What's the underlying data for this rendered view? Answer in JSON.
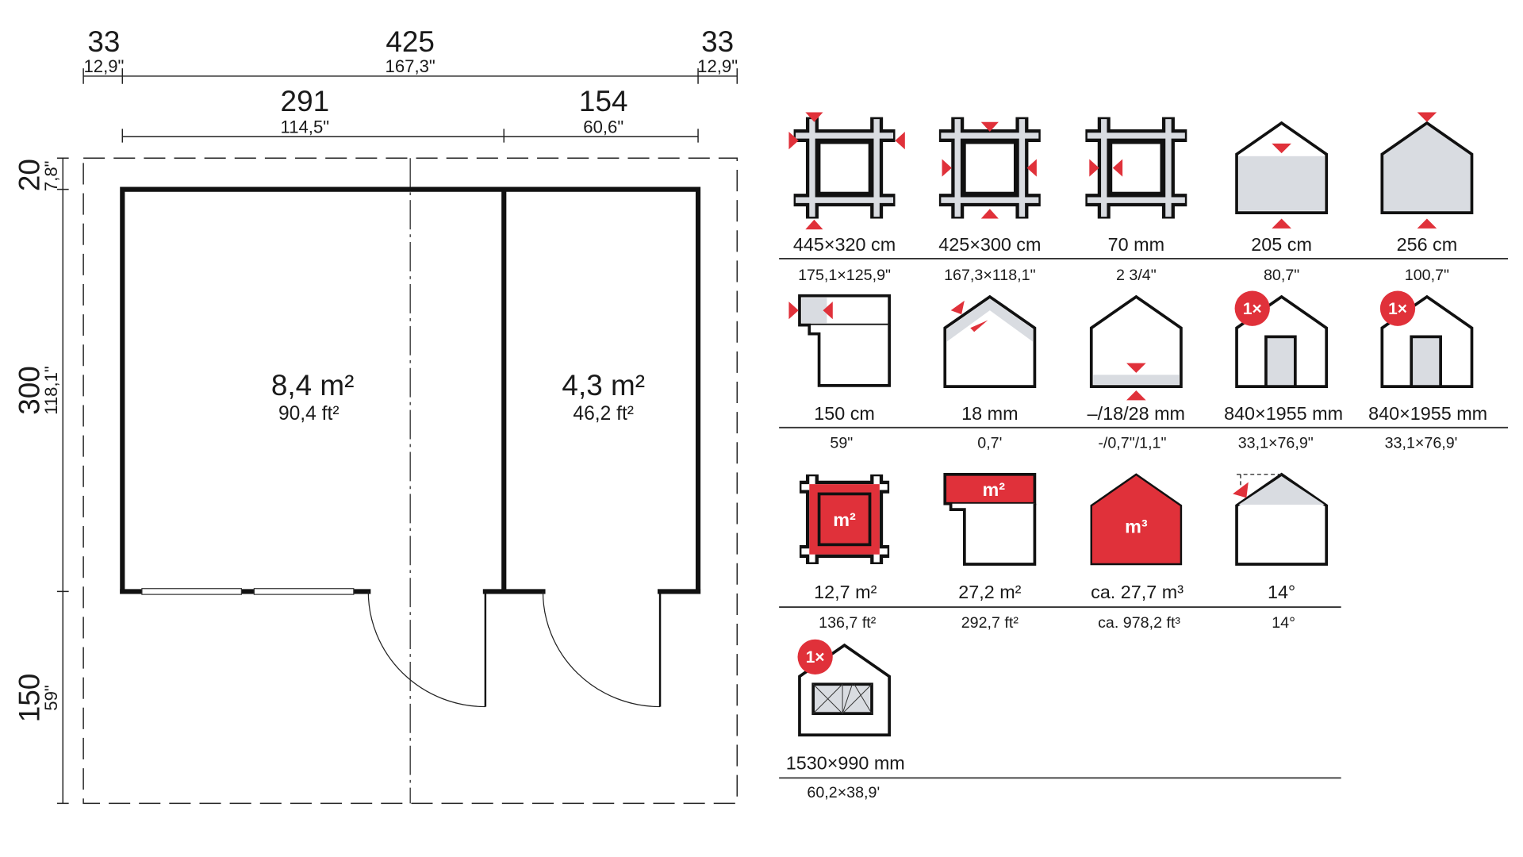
{
  "plan": {
    "top_dims": [
      {
        "cm": "33",
        "in": "12,9\""
      },
      {
        "cm": "425",
        "in": "167,3\""
      },
      {
        "cm": "33",
        "in": "12,9\""
      }
    ],
    "room_dims": [
      {
        "cm": "291",
        "in": "114,5\""
      },
      {
        "cm": "154",
        "in": "60,6\""
      }
    ],
    "side_dims": [
      {
        "cm": "20",
        "in": "7,8\""
      },
      {
        "cm": "300",
        "in": "118,1\""
      },
      {
        "cm": "150",
        "in": "59\""
      }
    ],
    "rooms": [
      {
        "area_m": "8,4 m²",
        "area_ft": "90,4 ft²"
      },
      {
        "area_m": "4,3 m²",
        "area_ft": "46,2 ft²"
      }
    ]
  },
  "specs": [
    {
      "icon": "exterior-footprint-icon",
      "label": "445×320 cm",
      "sub": "175,1×125,9\""
    },
    {
      "icon": "wall-footprint-icon",
      "label": "425×300 cm",
      "sub": "167,3×118,1\""
    },
    {
      "icon": "wall-thickness-icon",
      "label": "70 mm",
      "sub": "2  3/4\""
    },
    {
      "icon": "side-wall-height-icon",
      "label": "205 cm",
      "sub": "80,7\""
    },
    {
      "icon": "ridge-height-icon",
      "label": "256 cm",
      "sub": "100,7\""
    },
    {
      "icon": "terrace-depth-icon",
      "label": "150 cm",
      "sub": "59\""
    },
    {
      "icon": "roof-board-icon",
      "label": "18 mm",
      "sub": "0,7'"
    },
    {
      "icon": "floor-thickness-icon",
      "label": "–/18/28 mm",
      "sub": "-/0,7\"/1,1\""
    },
    {
      "icon": "door-icon",
      "label": "840×1955 mm",
      "sub": "33,1×76,9\"",
      "badge": "1×"
    },
    {
      "icon": "door-icon",
      "label": "840×1955 mm",
      "sub": "33,1×76,9'",
      "badge": "1×"
    },
    {
      "icon": "floor-area-icon",
      "label": "12,7 m²",
      "sub": "136,7 ft²",
      "unit": "m²"
    },
    {
      "icon": "roof-area-icon",
      "label": "27,2 m²",
      "sub": "292,7 ft²",
      "unit": "m²"
    },
    {
      "icon": "volume-icon",
      "label": "ca. 27,7 m³",
      "sub": "ca. 978,2 ft³",
      "unit": "m³"
    },
    {
      "icon": "roof-pitch-icon",
      "label": "14°",
      "sub": "14°"
    },
    {
      "icon": "window-icon",
      "label": "1530×990 mm",
      "sub": "60,2×38,9'",
      "badge": "1×"
    }
  ],
  "colors": {
    "accent": "#e0313a",
    "fill": "#d9dce1",
    "line": "#111111"
  }
}
